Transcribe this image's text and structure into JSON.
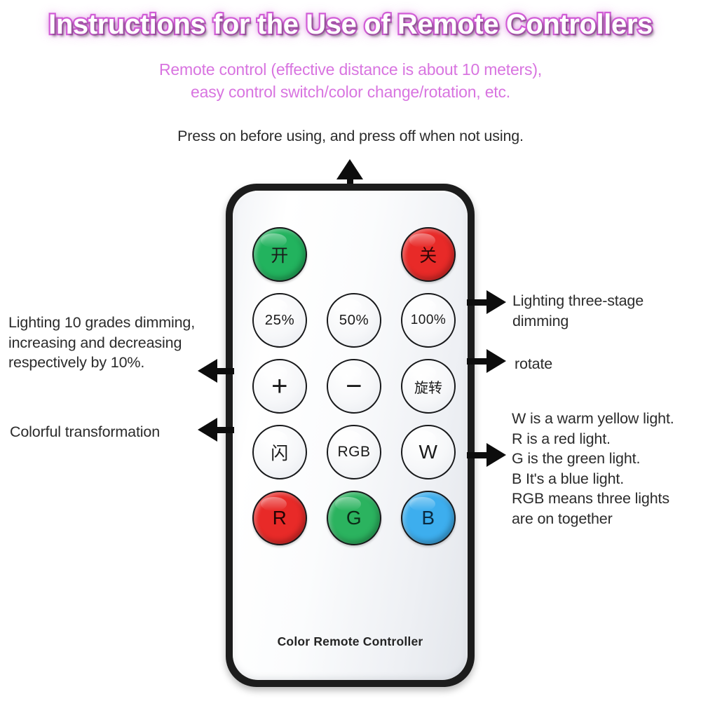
{
  "header": {
    "title": "Instructions for the Use of Remote Controllers",
    "title_color": "#d35fd8",
    "subtitle_color": "#d874e0",
    "subtitle_lines": [
      "Remote control (effective distance is about 10 meters),",
      "easy control switch/color change/rotation, etc."
    ],
    "press_note": "Press on  before using, and press off when not using."
  },
  "remote": {
    "brand_text": "Color Remote Controller",
    "body_color": "#1c1c1c",
    "face_color": "#f4f6f8",
    "rows": [
      {
        "name": "power-row",
        "keys": [
          {
            "name": "power-on",
            "label": "开",
            "style": "cjk",
            "kind": "color",
            "color": "#22b35e",
            "text_color": "#0f2d19"
          },
          {
            "name": "spacer",
            "label": "",
            "style": "spacer",
            "kind": "spacer",
            "color": "",
            "text_color": ""
          },
          {
            "name": "power-off",
            "label": "关",
            "style": "cjk",
            "kind": "color",
            "color": "#e82a28",
            "text_color": "#3a0b0a"
          }
        ]
      },
      {
        "name": "dimming-row",
        "keys": [
          {
            "name": "brightness-25",
            "label": "25%",
            "style": "small-lbl",
            "kind": "flat",
            "color": "#f4f6f9",
            "text_color": "#1a1a1a"
          },
          {
            "name": "brightness-50",
            "label": "50%",
            "style": "small-lbl",
            "kind": "flat",
            "color": "#f4f6f9",
            "text_color": "#1a1a1a"
          },
          {
            "name": "brightness-100",
            "label": "100%",
            "style": "small-lbl",
            "kind": "flat",
            "color": "#f4f6f9",
            "text_color": "#1a1a1a"
          }
        ]
      },
      {
        "name": "adjust-row",
        "keys": [
          {
            "name": "increase-brightness",
            "label": "+",
            "style": "sym",
            "kind": "flat",
            "color": "#f4f6f9",
            "text_color": "#1a1a1a"
          },
          {
            "name": "decrease-brightness",
            "label": "−",
            "style": "sym",
            "kind": "flat",
            "color": "#f4f6f9",
            "text_color": "#1a1a1a"
          },
          {
            "name": "rotate",
            "label": "旋转",
            "style": "cjk-2",
            "kind": "flat",
            "color": "#f4f6f9",
            "text_color": "#1a1a1a"
          }
        ]
      },
      {
        "name": "mode-row",
        "keys": [
          {
            "name": "flash",
            "label": "闪",
            "style": "cjk",
            "kind": "flat",
            "color": "#f4f6f9",
            "text_color": "#1a1a1a"
          },
          {
            "name": "rgb",
            "label": "RGB",
            "style": "rgb",
            "kind": "flat",
            "color": "#f4f6f9",
            "text_color": "#1a1a1a"
          },
          {
            "name": "white",
            "label": "W",
            "style": "letter",
            "kind": "flat",
            "color": "#f4f6f9",
            "text_color": "#1a1a1a"
          }
        ]
      },
      {
        "name": "color-row",
        "keys": [
          {
            "name": "red",
            "label": "R",
            "style": "letter",
            "kind": "color",
            "color": "#e82a28",
            "text_color": "#240505"
          },
          {
            "name": "green",
            "label": "G",
            "style": "letter",
            "kind": "color",
            "color": "#2bb35f",
            "text_color": "#0d2b17"
          },
          {
            "name": "blue",
            "label": "B",
            "style": "letter",
            "kind": "color",
            "color": "#3daeee",
            "text_color": "#0b2b42"
          }
        ]
      }
    ]
  },
  "callouts": {
    "top": {
      "name": "power-callout",
      "lines": [
        "Press on  before using, and press off when not using."
      ]
    },
    "left": [
      {
        "name": "dimming-steps-callout",
        "lines": [
          "Lighting 10 grades dimming,",
          "increasing and decreasing",
          "respectively by 10%."
        ]
      },
      {
        "name": "colorful-transformation-callout",
        "lines": [
          "Colorful transformation"
        ]
      }
    ],
    "right": [
      {
        "name": "three-stage-dimming-callout",
        "lines": [
          "Lighting three-stage",
          " dimming"
        ]
      },
      {
        "name": "rotate-callout",
        "lines": [
          "rotate"
        ]
      },
      {
        "name": "color-legend-callout",
        "lines": [
          "W is a warm yellow light.",
          "R is a red light.",
          "G is the green light.",
          "B It's a blue light.",
          "RGB means three lights",
          "are on together"
        ]
      }
    ]
  }
}
